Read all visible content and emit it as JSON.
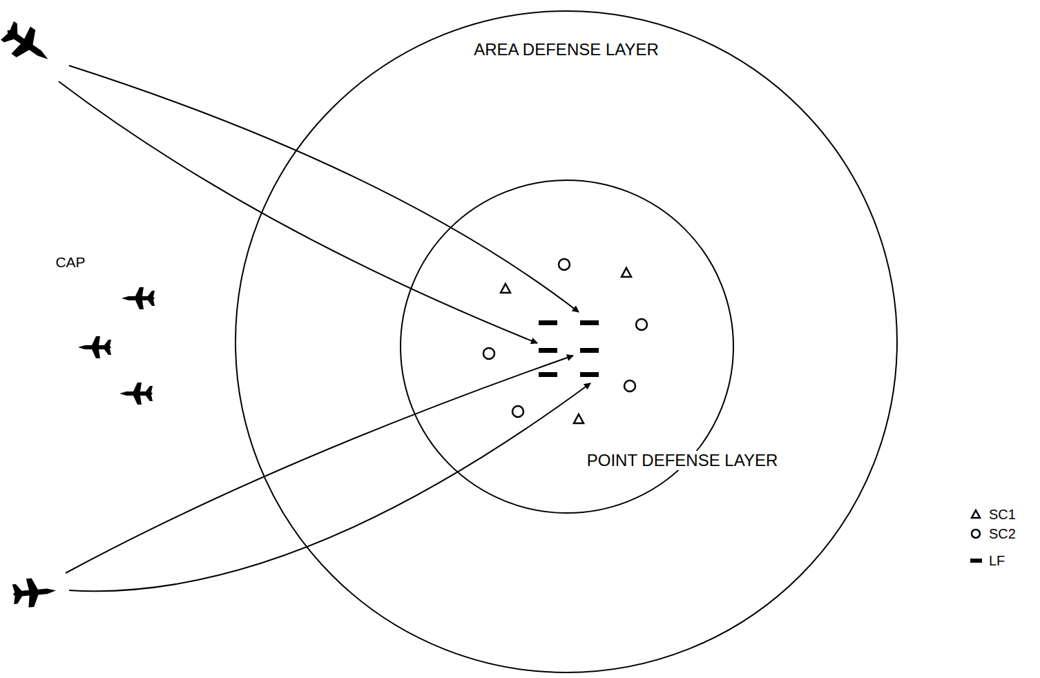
{
  "diagram": {
    "nodes": [
      {
        "text": [
          "AREA DEFENSE LAYER"
        ]
      },
      {
        "text": [
          "POINT DEFENSE LAYER"
        ],
        "in": 0
      }
    ],
    "labels": [
      "CAP"
    ],
    "legend": [
      {
        "text": "SC1"
      },
      {
        "text": "SC2"
      },
      {
        "text": "LF"
      }
    ]
  }
}
